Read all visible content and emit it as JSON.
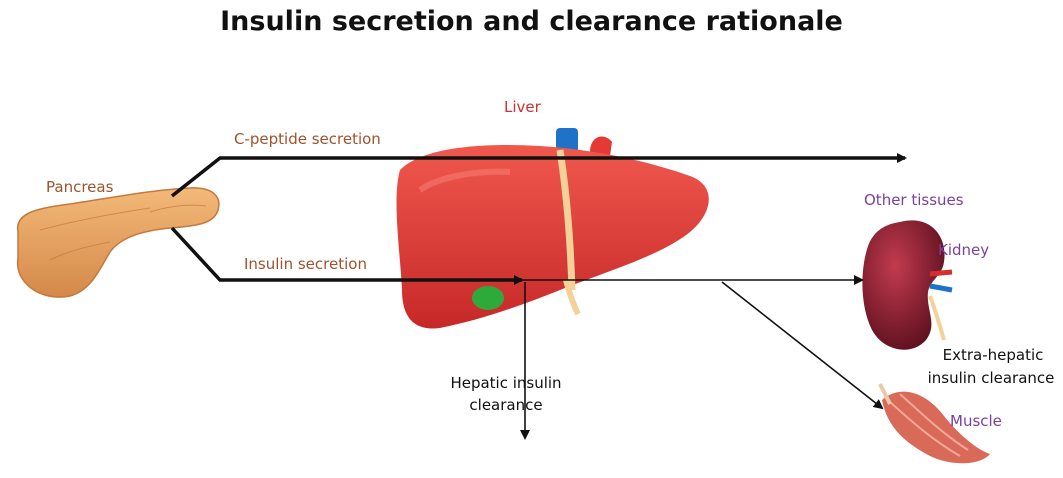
{
  "title": "Insulin secretion and clearance rationale",
  "labels": {
    "pancreas": "Pancreas",
    "liver": "Liver",
    "c_peptide": "C-peptide secretion",
    "insulin_secretion": "Insulin secretion",
    "hepatic_clearance_1": "Hepatic insulin",
    "hepatic_clearance_2": "clearance",
    "other_tissues": "Other tissues",
    "kidney": "Kidney",
    "extra_hepatic_1": "Extra-hepatic",
    "extra_hepatic_2": "insulin clearance",
    "muscle": "Muscle"
  },
  "colors": {
    "pancreas_label": "#a0522d",
    "liver_label": "#d32f2f",
    "tissue_label": "#7b3fa0",
    "liver_fill": "#e53935",
    "pancreas_fill": "#e8a060",
    "kidney_fill": "#8b1a2b",
    "muscle_fill": "#d96a5a"
  }
}
